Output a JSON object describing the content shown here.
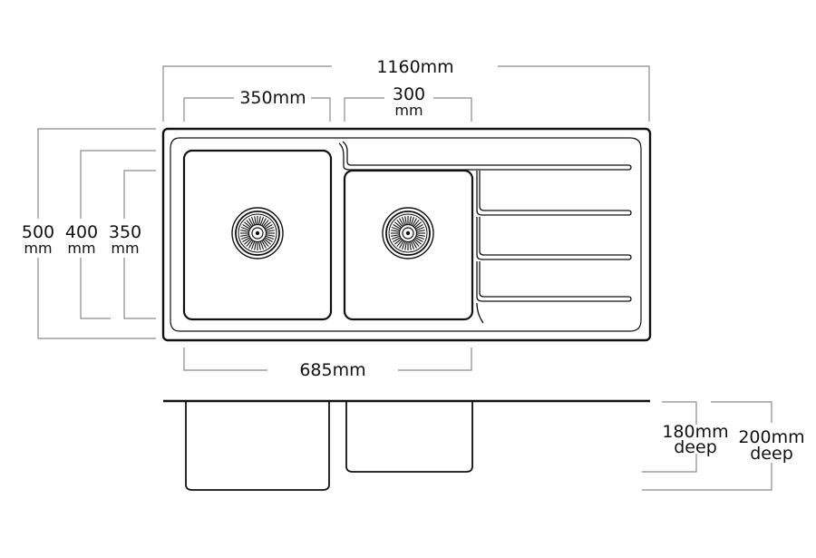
{
  "dimensions": {
    "overall_width": "1160mm",
    "left_bowl_width": "350mm",
    "right_bowl_width_value": "300",
    "right_bowl_width_unit": "mm",
    "overall_depth_value": "500",
    "overall_depth_unit": "mm",
    "inner_depth_value": "400",
    "inner_depth_unit": "mm",
    "bowl_depth_value": "350",
    "bowl_depth_unit": "mm",
    "bowls_total_width": "685mm",
    "small_bowl_depth_value": "180mm",
    "small_bowl_depth_unit": "deep",
    "large_bowl_depth_value": "200mm",
    "large_bowl_depth_unit": "deep"
  },
  "colors": {
    "outline": "#111111",
    "dimension_line": "#8a8a8a",
    "background": "#ffffff"
  }
}
